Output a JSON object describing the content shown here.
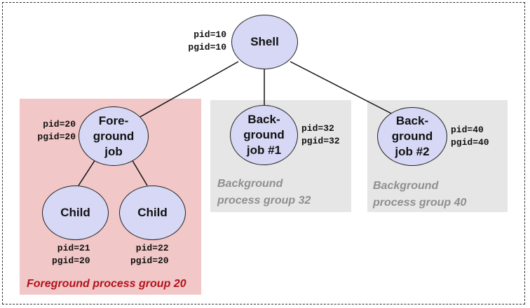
{
  "nodes": {
    "shell": {
      "label": "Shell",
      "pid": "pid=10",
      "pgid": "pgid=10"
    },
    "foreground_job": {
      "label": "Fore-\nground\njob",
      "pid": "pid=20",
      "pgid": "pgid=20"
    },
    "child_1": {
      "label": "Child",
      "pid": "pid=21",
      "pgid": "pgid=20"
    },
    "child_2": {
      "label": "Child",
      "pid": "pid=22",
      "pgid": "pgid=20"
    },
    "background_job_1": {
      "label": "Back-\nground\njob #1",
      "pid": "pid=32",
      "pgid": "pgid=32"
    },
    "background_job_2": {
      "label": "Back-\nground\njob #2",
      "pid": "pid=40",
      "pgid": "pgid=40"
    }
  },
  "groups": {
    "foreground": {
      "label": "Foreground process group 20"
    },
    "background_32": {
      "label": "Background\nprocess group 32"
    },
    "background_40": {
      "label": "Background\nprocess group 40"
    }
  },
  "colors": {
    "node_fill": "#d6d8f5",
    "foreground_group_fill": "#f2c7c7",
    "background_group_fill": "#e6e6e6",
    "foreground_label": "#b3121b",
    "background_label": "#8f8f8f"
  }
}
